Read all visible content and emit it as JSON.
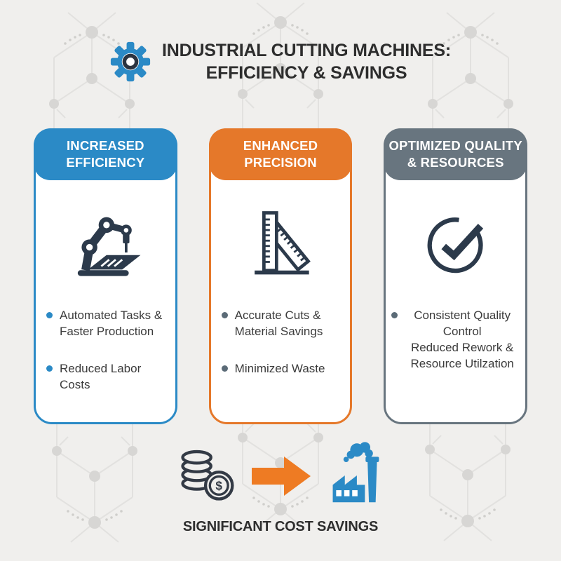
{
  "header": {
    "icon": "gear-icon",
    "title": "INDUSTRIAL CUTTING MACHINES:\nEFFICIENCY & SAVINGS"
  },
  "cards": [
    {
      "title": "INCREASED\nEFFICIENCY",
      "accent": "#2b8ac6",
      "bullet_color": "#2b8ac6",
      "icon": "robot-arm-icon",
      "bullets": [
        "Automated Tasks &\nFaster Production",
        "Reduced Labor Costs"
      ]
    },
    {
      "title": "ENHANCED\nPRECISION",
      "accent": "#e5782a",
      "bullet_color": "#5b6b77",
      "icon": "set-square-ruler-icon",
      "bullets": [
        "Accurate Cuts &\nMaterial Savings",
        "Minimized Waste"
      ]
    },
    {
      "title": "OPTIMIZED QUALITY\n& RESOURCES",
      "accent": "#68757f",
      "bullet_color": "#5b6b77",
      "icon": "check-circle-icon",
      "bullets": [
        "Consistent Quality Control\nReduced Rework &\nResource Utilzation"
      ]
    }
  ],
  "footer": {
    "caption": "SIGNIFICANT COST SAVINGS",
    "coin_symbol": "$",
    "icons": [
      "money-coins-icon",
      "arrow-right-icon",
      "factory-icon"
    ],
    "arrow_color": "#ee7b23",
    "factory_color": "#2b8ac6"
  },
  "background": {
    "base": "#f0efed",
    "pattern_line": "#e2e1df",
    "pattern_node": "#d7d6d4"
  }
}
